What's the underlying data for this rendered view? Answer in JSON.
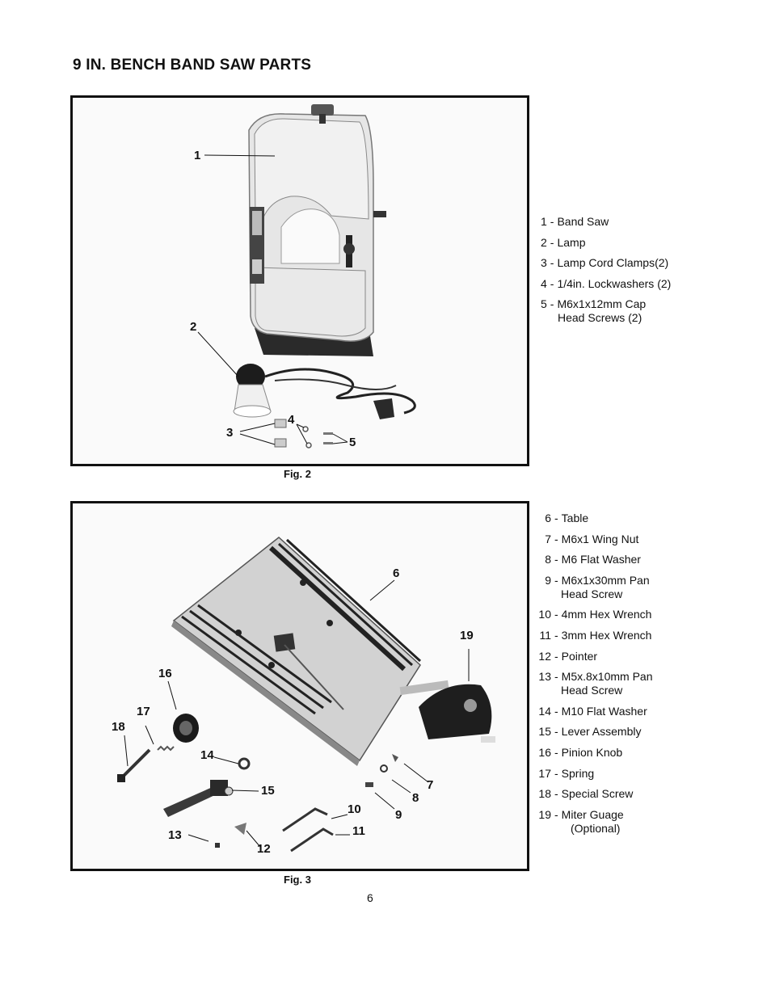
{
  "title": "9 IN. BENCH BAND SAW PARTS",
  "fig2": {
    "caption": "Fig. 2",
    "callouts": [
      "1",
      "2",
      "3",
      "4",
      "5"
    ],
    "parts": [
      {
        "num": "1",
        "sep": "-",
        "text": "Band Saw",
        "cont": ""
      },
      {
        "num": "2",
        "sep": "-",
        "text": "Lamp",
        "cont": ""
      },
      {
        "num": "3",
        "sep": "-",
        "text": "Lamp Cord Clamps(2)",
        "cont": ""
      },
      {
        "num": "4",
        "sep": "-",
        "text": "1/4in. Lockwashers (2)",
        "cont": ""
      },
      {
        "num": "5",
        "sep": "-",
        "text": "M6x1x12mm Cap",
        "cont": "Head Screws (2)"
      }
    ]
  },
  "fig3": {
    "caption": "Fig. 3",
    "callouts": [
      "6",
      "7",
      "8",
      "9",
      "10",
      "11",
      "12",
      "13",
      "14",
      "15",
      "16",
      "17",
      "18",
      "19"
    ],
    "parts": [
      {
        "num": "6",
        "sep": "-",
        "text": "Table",
        "cont": ""
      },
      {
        "num": "7",
        "sep": "-",
        "text": "M6x1 Wing Nut",
        "cont": ""
      },
      {
        "num": "8",
        "sep": "-",
        "text": "M6 Flat Washer",
        "cont": ""
      },
      {
        "num": "9",
        "sep": "-",
        "text": "M6x1x30mm Pan",
        "cont": "Head Screw"
      },
      {
        "num": "10",
        "sep": "-",
        "text": "4mm Hex Wrench",
        "cont": ""
      },
      {
        "num": "11",
        "sep": "-",
        "text": "3mm Hex Wrench",
        "cont": ""
      },
      {
        "num": "12",
        "sep": "-",
        "text": "Pointer",
        "cont": ""
      },
      {
        "num": "13",
        "sep": "-",
        "text": "M5x.8x10mm Pan",
        "cont": "Head Screw"
      },
      {
        "num": "14",
        "sep": "-",
        "text": "M10 Flat Washer",
        "cont": ""
      },
      {
        "num": "15",
        "sep": "-",
        "text": "Lever Assembly",
        "cont": ""
      },
      {
        "num": "16",
        "sep": "-",
        "text": "Pinion Knob",
        "cont": ""
      },
      {
        "num": "17",
        "sep": "-",
        "text": "Spring",
        "cont": ""
      },
      {
        "num": "18",
        "sep": "-",
        "text": "Special Screw",
        "cont": ""
      },
      {
        "num": "19",
        "sep": "-",
        "text": "Miter Guage",
        "cont": "(Optional)"
      }
    ]
  },
  "page_number": "6"
}
